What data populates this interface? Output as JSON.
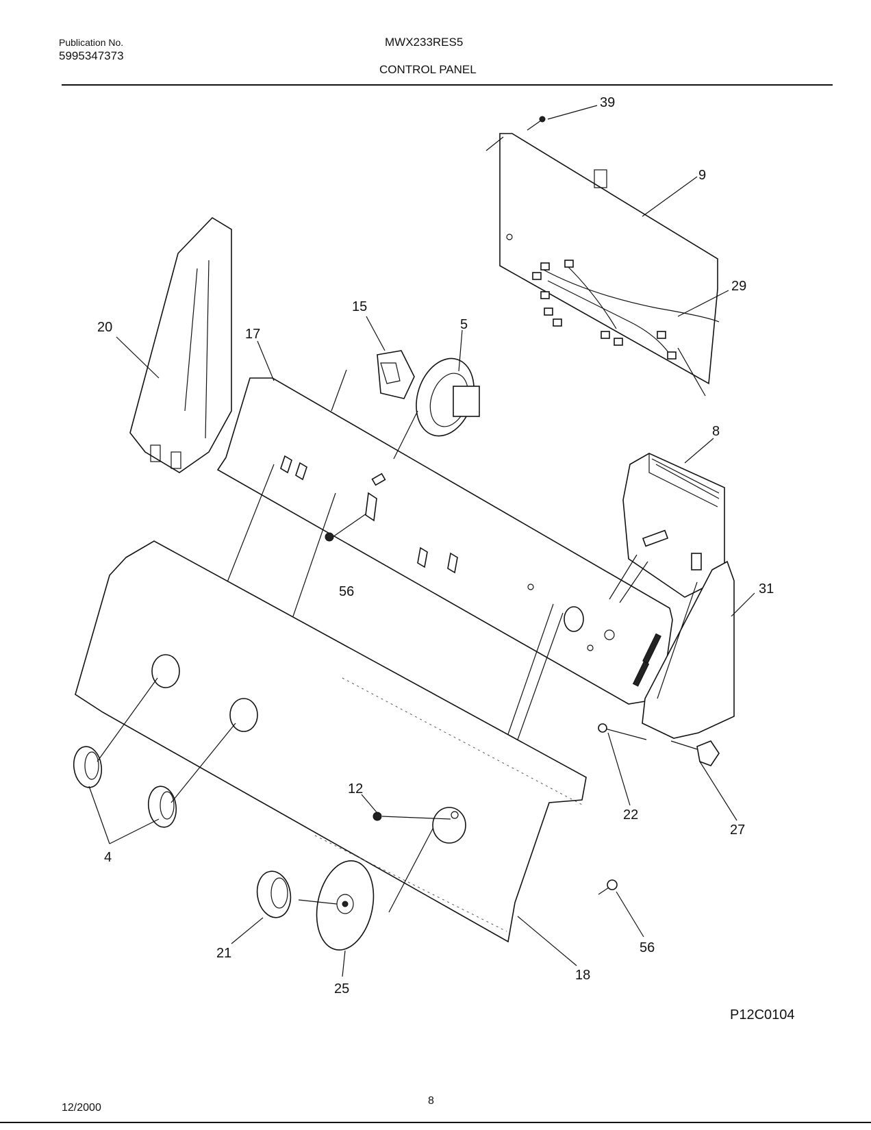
{
  "header": {
    "publication_label": "Publication No.",
    "publication_number": "5995347373",
    "model": "MWX233RES5",
    "section_title": "CONTROL PANEL"
  },
  "footer": {
    "date": "12/2000",
    "page_number": "8",
    "figure_code": "P12C0104"
  },
  "part_callouts": {
    "p39": "39",
    "p9": "9",
    "p29": "29",
    "p15": "15",
    "p5": "5",
    "p20": "20",
    "p17": "17",
    "p8": "8",
    "p56a": "56",
    "p31": "31",
    "p22": "22",
    "p27": "27",
    "p12": "12",
    "p4": "4",
    "p21": "21",
    "p25": "25",
    "p18": "18",
    "p56b": "56"
  }
}
